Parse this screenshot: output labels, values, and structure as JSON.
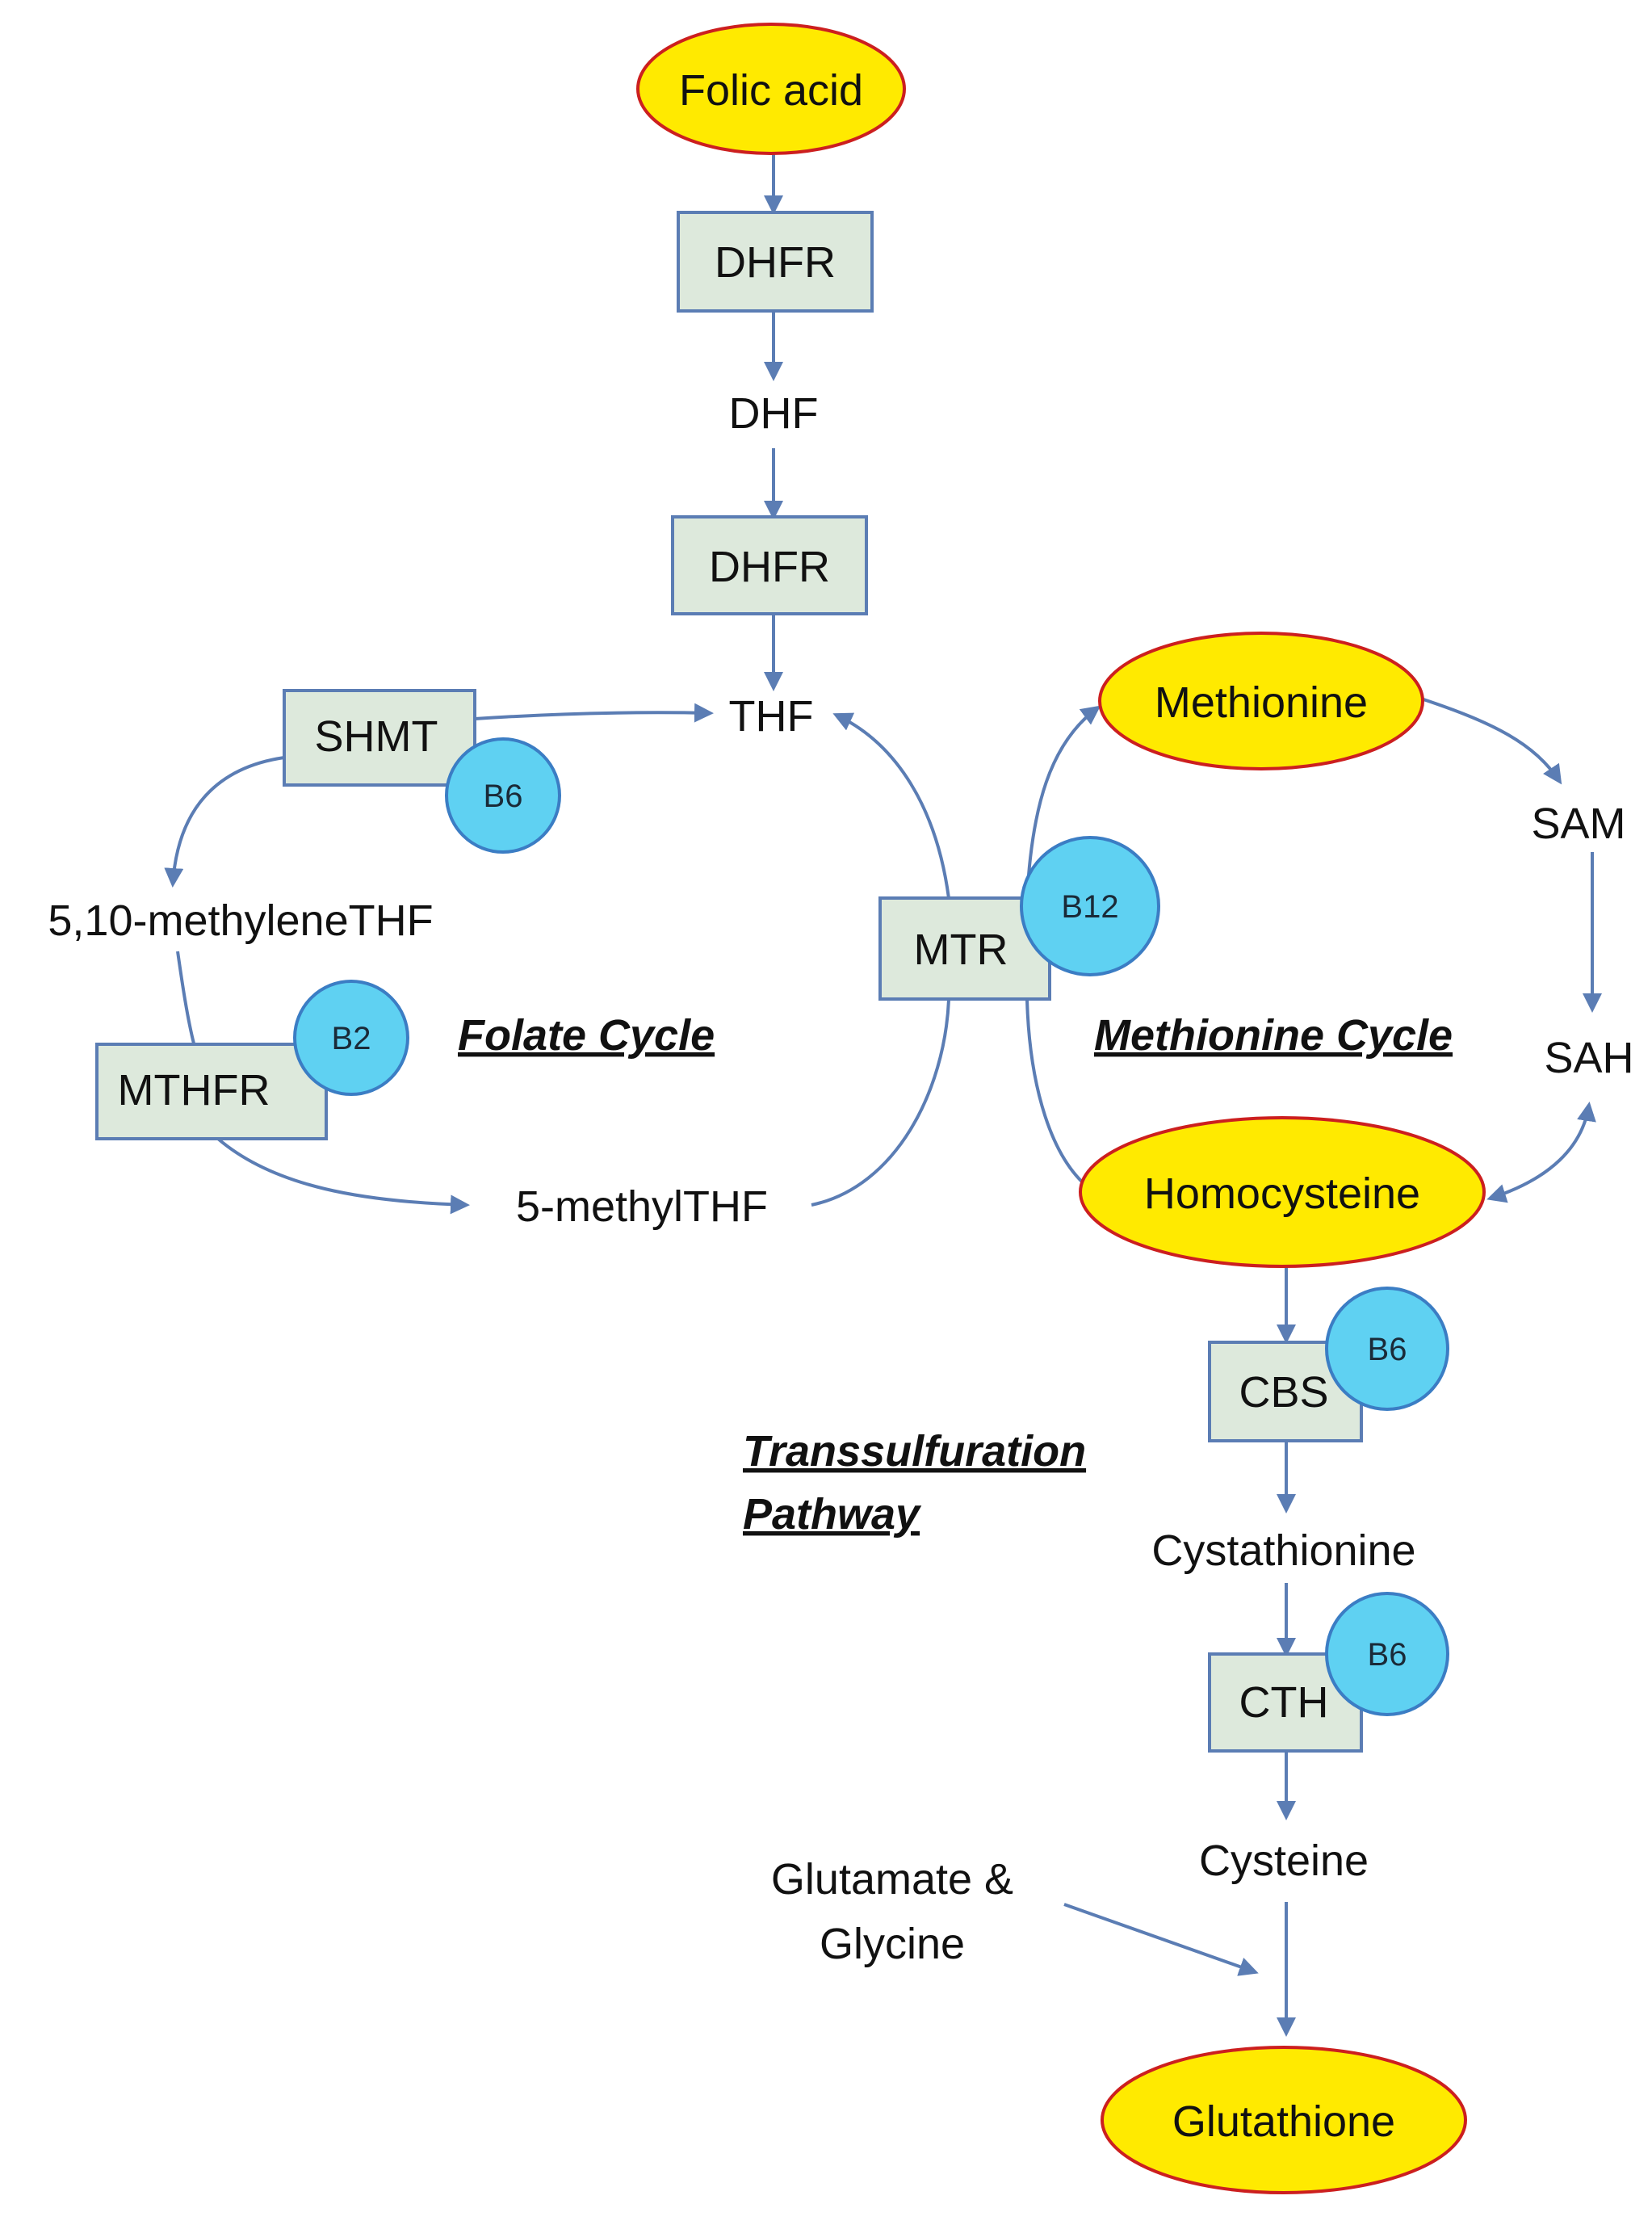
{
  "colors": {
    "metabolite_fill": "#ffea00",
    "metabolite_stroke": "#cc1f1f",
    "enzyme_fill": "#dde9dc",
    "enzyme_stroke": "#5b7db4",
    "cofactor_fill": "#5fd1f2",
    "cofactor_stroke": "#3b7dc4",
    "arrow": "#5b7db4"
  },
  "metabolites": {
    "folic_acid": "Folic acid",
    "methionine": "Methionine",
    "homocysteine": "Homocysteine",
    "glutathione": "Glutathione"
  },
  "enzymes": {
    "dhfr_1": "DHFR",
    "dhfr_2": "DHFR",
    "shmt": "SHMT",
    "mthfr": "MTHFR",
    "mtr": "MTR",
    "cbs": "CBS",
    "cth": "CTH"
  },
  "cofactors": {
    "shmt": "B6",
    "mthfr": "B2",
    "mtr": "B12",
    "cbs": "B6",
    "cth": "B6"
  },
  "intermediates": {
    "dhf": "DHF",
    "thf": "THF",
    "methylene_thf": "5,10-methyleneTHF",
    "methyl_thf": "5-methylTHF",
    "sam": "SAM",
    "sah": "SAH",
    "cystathionine": "Cystathionine",
    "cysteine": "Cysteine",
    "glutamate_line1": "Glutamate &",
    "glutamate_line2": "Glycine"
  },
  "titles": {
    "folate_cycle": "Folate Cycle",
    "methionine_cycle": "Methionine Cycle",
    "transsulfuration_line1": "Transsulfuration",
    "transsulfuration_line2": "Pathway"
  }
}
